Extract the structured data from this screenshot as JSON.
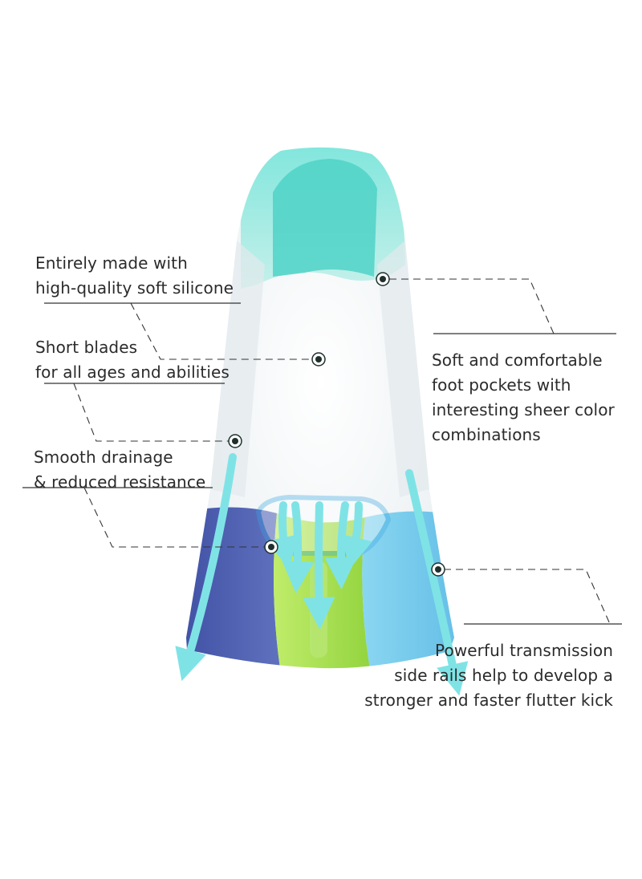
{
  "colors": {
    "aqua": "#5fd9cf",
    "clear": "#f4f6f7",
    "royal_blue": "#4d5fb0",
    "lime": "#a6e050",
    "sky_blue": "#6ec8ec",
    "arrow": "#7fe3e6"
  },
  "annotations": {
    "silicone": {
      "line1": "Entirely made with",
      "line2": "high-quality soft silicone"
    },
    "blades": {
      "line1": "Short blades",
      "line2": "for all ages and abilities"
    },
    "drainage": {
      "line1": "Smooth drainage",
      "line2": "& reduced resistance"
    },
    "pockets": {
      "line1": "Soft and comfortable",
      "line2": "foot pockets with",
      "line3": "interesting sheer color",
      "line4": "combinations"
    },
    "rails": {
      "line1": "Powerful transmission",
      "line2": "side rails help to develop a",
      "line3": "stronger and faster flutter kick"
    }
  },
  "icons": {
    "marker": "target-dot-icon",
    "arrow": "flow-arrow-icon"
  }
}
